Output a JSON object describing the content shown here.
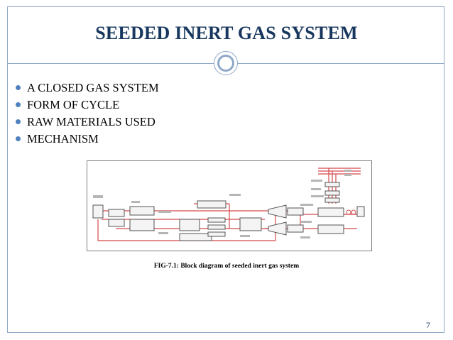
{
  "slide": {
    "title": "SEEDED INERT GAS SYSTEM",
    "bullets": [
      "A CLOSED GAS SYSTEM",
      "FORM OF CYCLE",
      "RAW MATERIALS USED",
      "MECHANISM"
    ],
    "figure_caption": "FIG-7.1: Block diagram of seeded inert gas system",
    "slide_number": "7"
  },
  "colors": {
    "title": "#17375e",
    "bullet": "#4f81bd",
    "frame": "#8fa8c8",
    "diagram_lines": "#d4484a",
    "diagram_boxes": "#555555"
  }
}
